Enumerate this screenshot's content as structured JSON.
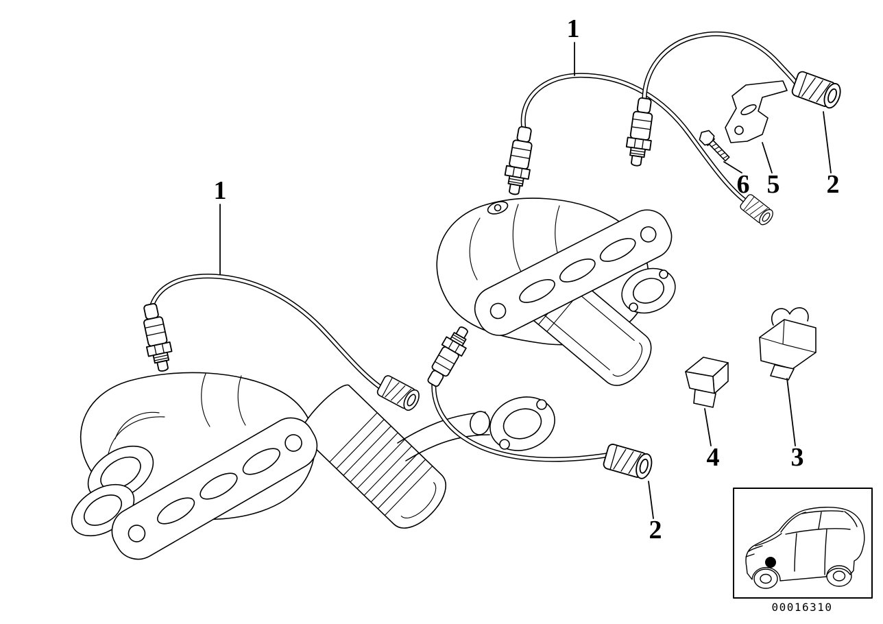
{
  "diagram": {
    "callouts": {
      "c1_top": {
        "label": "1"
      },
      "c1_left": {
        "label": "1"
      },
      "c2_top_right": {
        "label": "2"
      },
      "c2_bottom": {
        "label": "2"
      },
      "c3": {
        "label": "3"
      },
      "c4": {
        "label": "4"
      },
      "c5": {
        "label": "5"
      },
      "c6": {
        "label": "6"
      }
    },
    "colors": {
      "line": "#000000",
      "background": "#ffffff"
    },
    "icons": {
      "car_location_thumbnail": "sedan-outline-with-location-dot"
    }
  },
  "footer": {
    "diagram_number": "00016310"
  }
}
